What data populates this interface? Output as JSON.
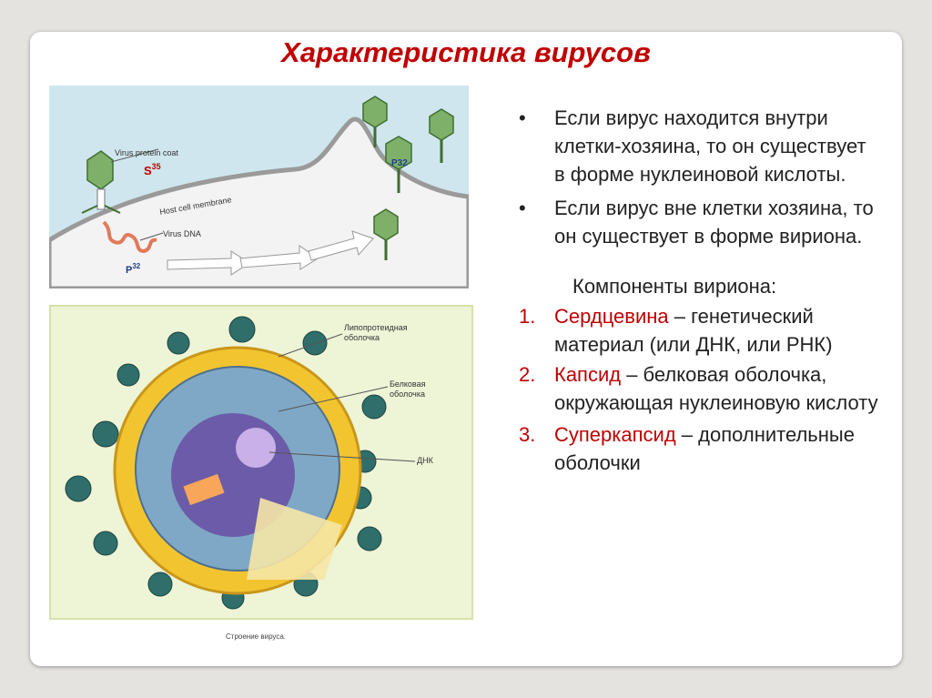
{
  "title": "Характеристика вирусов",
  "figure1": {
    "protein_coat_label": "Virus protein coat",
    "s35": "S",
    "s35_sup": "35",
    "membrane_label": "Host cell membrane",
    "dna_label": "Virus DNA",
    "p32": "P",
    "p32_sup": "32",
    "p32_inside": "P32"
  },
  "figure2": {
    "label_lipo_1": "Липопротеидная",
    "label_lipo_2": "оболочка",
    "label_protein_1": "Белковая",
    "label_protein_2": "оболочка",
    "label_dna": "ДНК",
    "caption": "Строение вируса."
  },
  "bullets": [
    {
      "dot": "•",
      "text": "Если вирус находится внутри клетки-хозяина, то он существует в форме нуклеиновой кислоты."
    },
    {
      "dot": "•",
      "text": "Если вирус вне клетки хозяина, то он существует в форме вириона."
    }
  ],
  "components": {
    "title": "Компоненты вириона:",
    "items": [
      {
        "num": "1.",
        "term": "Сердцевина",
        "rest": " – генетический материал (или ДНК,  или РНК)"
      },
      {
        "num": "2.",
        "term": "Капсид",
        "rest": " – белковая оболочка, окружающая нуклеиновую кислоту"
      },
      {
        "num": "3.",
        "term": "Суперкапсид",
        "rest": " – дополнительные оболочки"
      }
    ]
  },
  "colors": {
    "accent": "#c00000",
    "text": "#222222",
    "background": "#e4e3e0"
  }
}
